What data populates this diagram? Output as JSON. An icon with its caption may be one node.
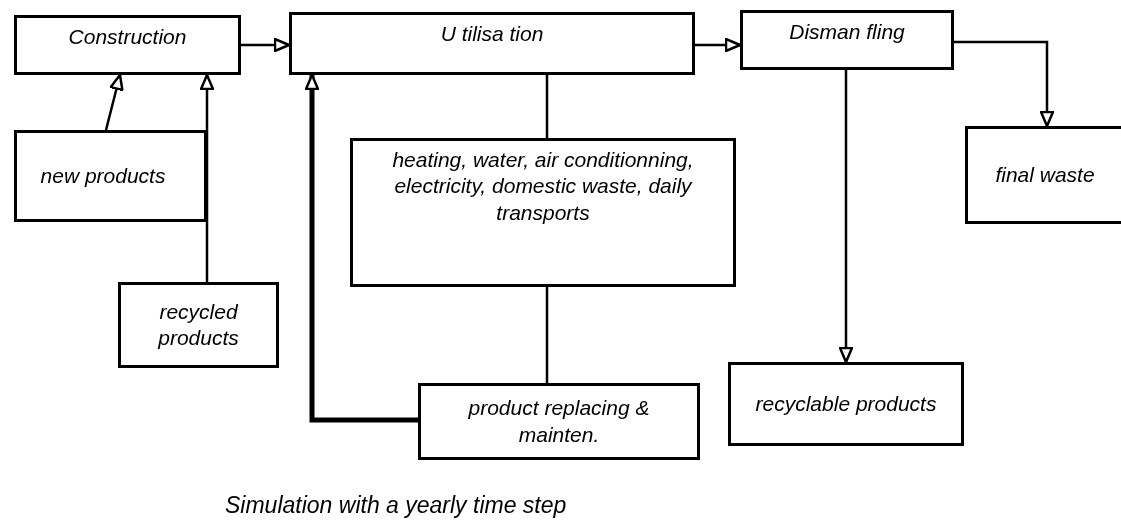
{
  "diagram": {
    "caption": "Simulation with a yearly time step",
    "nodes": [
      {
        "text": [
          "Construction"
        ]
      },
      {
        "text": [
          "U tilisa tion"
        ]
      },
      {
        "text": [
          "Disman fling"
        ]
      },
      {
        "text": [
          "new products"
        ]
      },
      {
        "text": [
          "recycled products"
        ]
      },
      {
        "text": [
          "heating, water, air conditionning, electricity, domestic waste, daily transports"
        ]
      },
      {
        "text": [
          "final waste"
        ]
      },
      {
        "text": [
          "product replacing & mainten."
        ]
      },
      {
        "text": [
          "recyclable products"
        ]
      }
    ],
    "edges": [
      {
        "from": 0,
        "to": 1,
        "arrow": "to"
      },
      {
        "from": 1,
        "to": 2,
        "arrow": "to"
      },
      {
        "from": 2,
        "to": 6,
        "arrow": "to"
      },
      {
        "from": 2,
        "to": 8,
        "arrow": "to"
      },
      {
        "from": 3,
        "to": 0,
        "arrow": "to"
      },
      {
        "from": 4,
        "to": 0,
        "arrow": "to"
      },
      {
        "from": 5,
        "to": 1,
        "arrow": "none"
      },
      {
        "from": 7,
        "to": 5,
        "arrow": "none"
      },
      {
        "from": 7,
        "to": 1,
        "arrow": "to",
        "style": "thick"
      }
    ]
  }
}
